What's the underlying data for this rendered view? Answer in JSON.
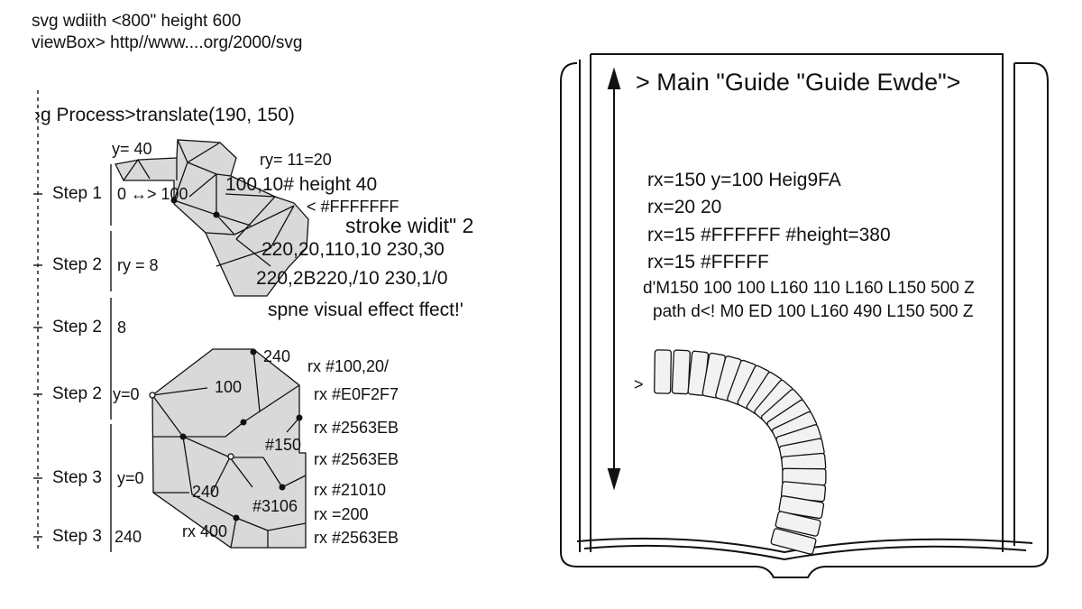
{
  "header": {
    "line1": "svg wdiith <800\" height 600",
    "line2": "viewBox> http//www....org/2000/svg"
  },
  "group_label": "›g Process>translate(190, 150)",
  "steps": [
    {
      "label": "Step 1",
      "value": "0 ↔> 100"
    },
    {
      "label": "Step 2",
      "value": "ry = 8"
    },
    {
      "label": "Step 2",
      "value": "8"
    },
    {
      "label": "Step 2",
      "value": "y=0"
    },
    {
      "label": "Step 3",
      "value": "y=0"
    },
    {
      "label": "Step 3",
      "value": "240"
    }
  ],
  "top_shape_labels": {
    "y40": "y= 40",
    "ry": "ry= 11=20",
    "height": "100,10# height 40",
    "fill": "<  #FFFFFFF",
    "stroke": "stroke widit\" 2",
    "coords1": "220,20,110,10   230,30",
    "coords2": "220,2B220,/10 230,1/0",
    "effect": "spne visual effect ffect!'"
  },
  "bottom_shape_labels": {
    "n240a": "240",
    "n100": "100",
    "n150": "#150",
    "n240b": "240",
    "n3106": "#3106",
    "rx400": "rx 400",
    "rx_list": [
      "rx #100,20/",
      "rx  #E0F2F7",
      "rx  #2563EB",
      "rx  #2563EB",
      "rx  #21010",
      "rx =200",
      "rx  #2563EB"
    ]
  },
  "book": {
    "title": "> Main \"Guide \"Guide Ewde\">",
    "lines": [
      "rx=150 y=100 Heig9FA",
      "rx=20 20",
      "rx=15 #FFFFFF #height=380",
      "rx=15 #FFFFF"
    ],
    "path1": "d'M150 100 100 L160 110 L160 L150 500 Z",
    "path2": "path d<! M0 ED 100 L160 490 L150 500 Z",
    "marker": ">"
  },
  "colors": {
    "shape_fill": "#d9d9d9",
    "stroke": "#111111"
  }
}
